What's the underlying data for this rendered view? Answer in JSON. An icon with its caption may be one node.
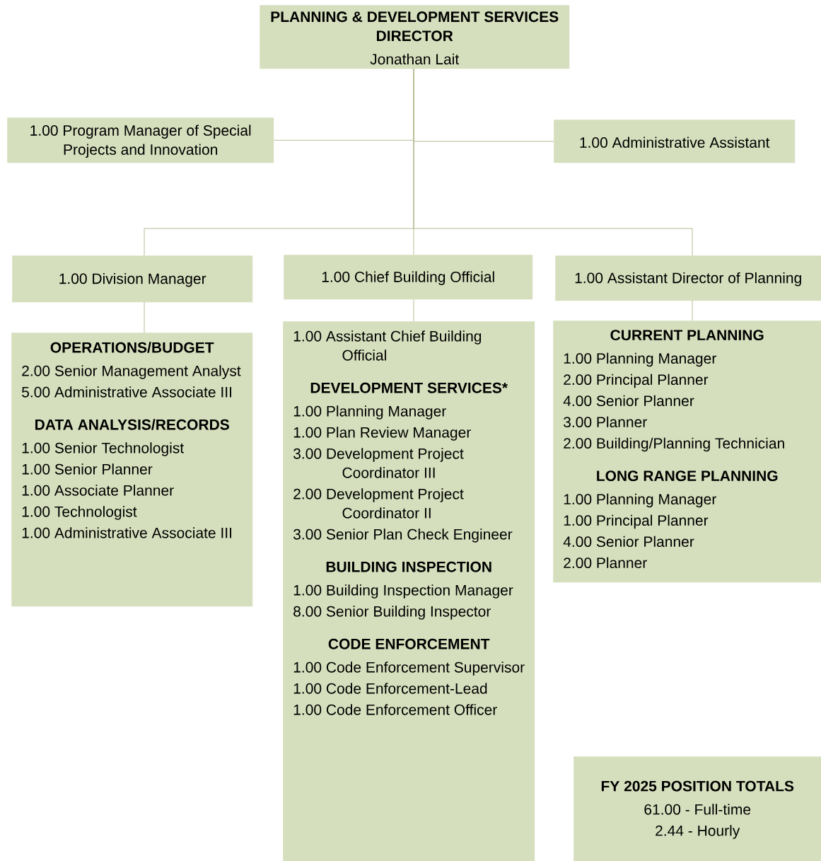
{
  "diagram": {
    "nodes": [
      {
        "text": [
          "PLANNING & DEVELOPMENT SERVICES DIRECTOR",
          "Jonathan Lait"
        ]
      },
      {
        "text": [
          "1.00 Program Manager of Special Projects and Innovation"
        ]
      },
      {
        "text": [
          "1.00 Administrative Assistant"
        ]
      },
      {
        "text": [
          "1.00 Division Manager"
        ]
      },
      {
        "text": [
          "1.00 Chief Building Official"
        ]
      },
      {
        "text": [
          "1.00 Assistant Director of Planning"
        ]
      },
      {
        "text": [
          "OPERATIONS/BUDGET",
          "2.00 Senior Management Analyst",
          "5.00 Administrative Associate III",
          "DATA ANALYSIS/RECORDS",
          "1.00 Senior Technologist",
          "1.00 Senior Planner",
          "1.00 Associate Planner",
          "1.00 Technologist",
          "1.00 Administrative Associate III"
        ]
      },
      {
        "text": [
          "1.00 Assistant Chief Building Official",
          "DEVELOPMENT SERVICES*",
          "1.00 Planning Manager",
          "1.00 Plan Review Manager",
          "3.00 Development Project Coordinator III",
          "2.00 Development Project Coordinator II",
          "3.00 Senior Plan Check Engineer",
          "BUILDING INSPECTION",
          "1.00 Building Inspection Manager",
          "8.00 Senior Building Inspector",
          "CODE ENFORCEMENT",
          "1.00 Code Enforcement Supervisor",
          "1.00 Code Enforcement-Lead",
          "1.00 Code Enforcement Officer"
        ]
      },
      {
        "text": [
          "CURRENT PLANNING",
          "1.00 Planning Manager",
          "2.00 Principal Planner",
          "4.00 Senior Planner",
          "3.00 Planner",
          "2.00 Building/Planning Technician",
          "LONG RANGE PLANNING",
          "1.00 Planning Manager",
          "1.00 Principal Planner",
          "4.00 Senior Planner",
          "2.00 Planner"
        ]
      },
      {
        "text": [
          "FY 2025 POSITION TOTALS",
          "61.00 - Full-time",
          "2.44 - Hourly"
        ]
      }
    ],
    "edges": [
      {
        "from": 0,
        "to": 1,
        "arrow": "none"
      },
      {
        "from": 0,
        "to": 2,
        "arrow": "none"
      },
      {
        "from": 0,
        "to": 3,
        "arrow": "none"
      },
      {
        "from": 0,
        "to": 4,
        "arrow": "none"
      },
      {
        "from": 0,
        "to": 5,
        "arrow": "none"
      },
      {
        "from": 3,
        "to": 6,
        "arrow": "none"
      },
      {
        "from": 4,
        "to": 7,
        "arrow": "none"
      },
      {
        "from": 5,
        "to": 8,
        "arrow": "none"
      }
    ]
  }
}
